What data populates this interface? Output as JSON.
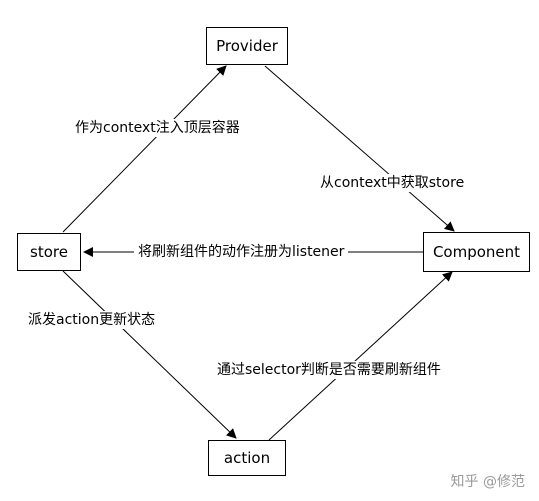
{
  "nodes": {
    "provider": "Provider",
    "store": "store",
    "component": "Component",
    "action": "action"
  },
  "edges": {
    "store_to_provider": "作为context注入顶层容器",
    "provider_to_component": "从context中获取store",
    "component_to_store": "将刷新组件的动作注册为listener",
    "store_to_action": "派发action更新状态",
    "action_to_component": "通过selector判断是否需要刷新组件"
  },
  "watermark": "知乎 @修范",
  "colors": {
    "line": "#000000",
    "background": "#ffffff",
    "watermark": "#9a9a9a"
  }
}
